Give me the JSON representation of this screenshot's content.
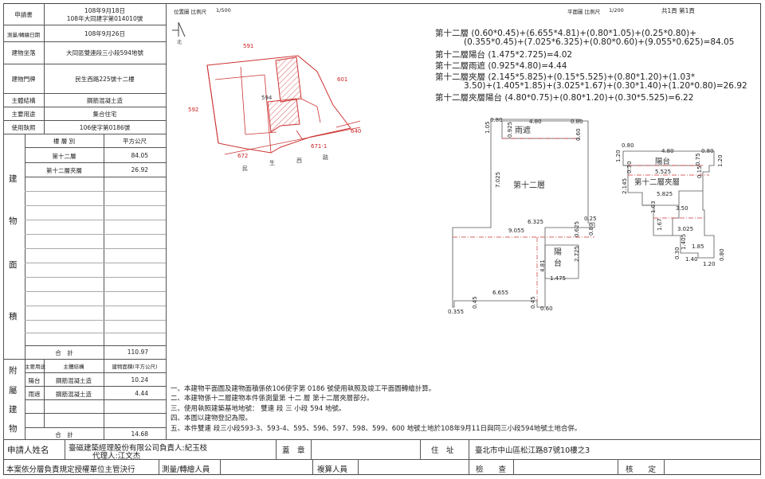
{
  "left_table": {
    "applicant_date_label": "申請書",
    "applicant_date_line1": "108年9月18日",
    "applicant_date_line2": "108年大同建字第014010號",
    "survey_date_label": "測量/轉繪日期",
    "survey_date": "108年9月26日",
    "building_location_label": "建物坐落",
    "building_location": "大同區雙連段三小段594地號",
    "building_address_label": "建物門牌",
    "building_address": "民生西路225號十二樓",
    "main_structure_label": "主體結構",
    "main_structure": "鋼筋混凝土造",
    "main_use_label": "主要用途",
    "main_use": "集合住宅",
    "license_label": "使用執照",
    "license": "106使字第0186號",
    "area_side_chars": [
      "建",
      "物",
      "面",
      "積"
    ],
    "floor_header": "樓 層 別",
    "area_header": "平方公尺",
    "floors": [
      {
        "name": "第十二層",
        "area": "84.05"
      },
      {
        "name": "第十二層夾層",
        "area": "26.92"
      }
    ],
    "total_label": "合　計",
    "total": "110.97",
    "attached_side_chars": [
      "附",
      "屬",
      "建",
      "物"
    ],
    "attached_headers": [
      "主要用途",
      "主體結構",
      "建物面積(平方公尺)"
    ],
    "attached": [
      {
        "use": "陽台",
        "structure": "鋼筋混凝土造",
        "area": "10.24"
      },
      {
        "use": "雨遮",
        "structure": "鋼筋混凝土造",
        "area": "4.44"
      }
    ],
    "attached_total_label": "合　計",
    "attached_total": "14.68"
  },
  "location_plan": {
    "title": "位置圖 比例尺",
    "scale": "1/500",
    "north": "北",
    "parcels": [
      "591",
      "601",
      "592",
      "594",
      "640",
      "672",
      "671-1"
    ],
    "road_chars": [
      "民",
      "生",
      "西",
      "路"
    ]
  },
  "floor_plan": {
    "title": "平面圖 比例尺",
    "scale": "1/200",
    "page_info": "共1頁 第1頁",
    "formulas": [
      "第十二層 (0.60*0.45)+(6.655*4.81)+(0.80*1.05)+(0.25*0.80)+",
      "(0.355*0.45)+(7.025*6.325)+(0.80*0.60)+(9.055*0.625)=84.05",
      "第十二層陽台 (1.475*2.725)=4.02",
      "第十二層雨遮 (0.925*4.80)=4.44",
      "第十二層夾層 (2.145*5.825)+(0.15*5.525)+(0.80*1.20)+(1.03*",
      "3.50)+(1.405*1.85)+(3.025*1.67)+(0.30*1.40)+(1.20*0.80)=26.92",
      "第十二層夾層陽台 (4.80*0.75)+(0.80*1.20)+(0.30*5.525)=6.22"
    ],
    "main_labels": {
      "rain_shelter": "雨遮",
      "floor12": "第十二層",
      "balcony_chars": [
        "陽",
        "台"
      ]
    },
    "main_dims": [
      "0.80",
      "4.80",
      "0.80",
      "1.05",
      "0.925",
      "0.60",
      "7.025",
      "6.325",
      "0.25",
      "9.055",
      "0.625",
      "0.80",
      "2.725",
      "4.81",
      "1.475",
      "6.655",
      "0.355",
      "0.45",
      "0.45",
      "0.60"
    ],
    "mezz_labels": {
      "balcony": "陽台",
      "mezzanine": "第十二層夾層"
    },
    "mezz_dims": [
      "0.80",
      "4.80",
      "0.80",
      "1.20",
      "0.30",
      "0.75",
      "1.20",
      "5.525",
      "0.15",
      "2.145",
      "5.825",
      "1.03",
      "3.50",
      "1.67",
      "3.025",
      "1.405",
      "1.85",
      "0.30",
      "1.40",
      "1.20",
      "0.80"
    ]
  },
  "notes": [
    "一、本建物平面圖及建物面積係依106使字第  0186  號使用執照及竣工平面圖轉繪計算。",
    "二、本建物係十二層建物本件係測量第  十二  層 第十二層夾層部分。",
    "三、使用執照建築基地地號：  雙連  段  三   小段    594     地號。",
    "四、本圖以建物登記為限。",
    "五、本件雙連 段三小段593-3、593-4、595、596、597、598、599、600 地號土地於108年9月11日與同三小段594地號土地合併。"
  ],
  "footer": {
    "applicant_label": "申請人姓名",
    "applicant_line1": "臺磁建築經理股份有限公司負責人:紀玉枝",
    "applicant_line2": "代理人:江文杰",
    "seal_label": "蓋　章",
    "address_label": "住　址",
    "address": "臺北市中山區松江路87號10樓之3",
    "bottom_note": "本案依分層負責規定授權單位主管決行",
    "survey_staff_label": "測量/轉繪人員",
    "review_staff_label": "複算人員",
    "inspect_label": "檢　　查",
    "approve_label": "核　　定"
  },
  "colors": {
    "line": "#444444",
    "parcel_red": "#cc2222",
    "plan_red": "#cc3333"
  }
}
